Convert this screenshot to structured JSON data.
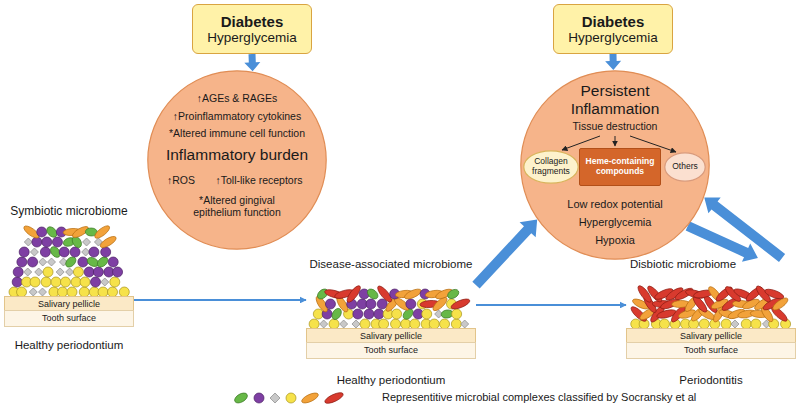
{
  "diagram": {
    "nodes": [
      {
        "text": [
          "Diabetes",
          "Hyperglycemia"
        ]
      },
      {
        "text": [
          "Diabetes",
          "Hyperglycemia"
        ]
      },
      {
        "text": [
          "↑AGEs & RAGEs",
          "↑Proinflammatory cytokines",
          "*Altered immune cell function",
          "Inflammatory burden",
          "↑ROS",
          "↑Toll-like receptors",
          "*Altered gingival epithelium function"
        ]
      },
      {
        "text": [
          "Persistent Inflammation",
          "Tissue destruction",
          "Low redox potential",
          "Hyperglycemia",
          "Hypoxia"
        ]
      },
      {
        "text": [
          "Collagen fragments"
        ],
        "in": 3
      },
      {
        "text": [
          "Heme-containing compounds"
        ],
        "in": 3
      },
      {
        "text": [
          "Others"
        ],
        "in": 3
      },
      {
        "text": [
          "Symbiotic microbiome",
          "Healthy periodontium"
        ]
      },
      {
        "text": [
          "Salivary pellicle"
        ],
        "in": 7
      },
      {
        "text": [
          "Tooth surface"
        ],
        "in": 7
      },
      {
        "text": [
          "Disease-associated microbiome",
          "Healthy periodontium"
        ]
      },
      {
        "text": [
          "Salivary pellicle"
        ],
        "in": 10
      },
      {
        "text": [
          "Tooth surface"
        ],
        "in": 10
      },
      {
        "text": [
          "Disbiotic microbiome",
          "Periodontitis"
        ]
      },
      {
        "text": [
          "Salivary pellicle"
        ],
        "in": 13
      },
      {
        "text": [
          "Tooth surface"
        ],
        "in": 13
      }
    ],
    "edges": [
      {
        "from": 0,
        "to": 2,
        "arrow": "to"
      },
      {
        "from": 1,
        "to": 3,
        "arrow": "to"
      },
      {
        "from": 7,
        "to": 10,
        "arrow": "to"
      },
      {
        "from": 10,
        "to": 13,
        "arrow": "to"
      },
      {
        "from": 10,
        "to": 3,
        "arrow": "to"
      },
      {
        "from": 3,
        "to": 13,
        "arrow": "to"
      },
      {
        "from": 13,
        "to": 3,
        "arrow": "to"
      }
    ],
    "legend": [
      {
        "text": "Representitive microbial complexes classified by Socransky et al"
      }
    ]
  }
}
